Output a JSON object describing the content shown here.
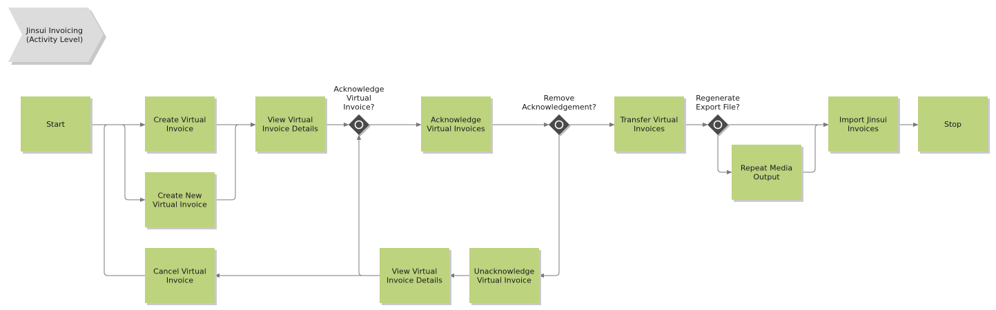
{
  "title": {
    "line1": "Jinsui Invoicing",
    "line2": "(Activity Level)"
  },
  "colors": {
    "box_fill": "#bdd37e",
    "box_shadow": "#c9c9c9",
    "gateway_fill": "#4a4a4a",
    "edge": "#7a7a7a",
    "title_fill": "#dcdcdc"
  },
  "nodes": {
    "start": {
      "lines": [
        "Start"
      ]
    },
    "create": {
      "lines": [
        "Create Virtual",
        "Invoice"
      ]
    },
    "create_new": {
      "lines": [
        "Create New",
        "Virtual Invoice"
      ]
    },
    "cancel": {
      "lines": [
        "Cancel Virtual",
        "Invoice"
      ]
    },
    "view1": {
      "lines": [
        "View Virtual",
        "Invoice Details"
      ]
    },
    "ack": {
      "lines": [
        "Acknowledge",
        "Virtual Invoices"
      ]
    },
    "view2": {
      "lines": [
        "View Virtual",
        "Invoice Details"
      ]
    },
    "unack": {
      "lines": [
        "Unacknowledge",
        "Virtual Invoice"
      ]
    },
    "transfer": {
      "lines": [
        "Transfer Virtual",
        "Invoices"
      ]
    },
    "repeat": {
      "lines": [
        "Repeat Media",
        "Output"
      ]
    },
    "import": {
      "lines": [
        "Import Jinsui",
        "Invoices"
      ]
    },
    "stop": {
      "lines": [
        "Stop"
      ]
    }
  },
  "gateways": {
    "g_ack": {
      "lines": [
        "Acknowledge",
        "Virtual",
        "Invoice?"
      ]
    },
    "g_remove": {
      "lines": [
        "Remove",
        "Acknowledgement?"
      ]
    },
    "g_regen": {
      "lines": [
        "Regenerate",
        "Export File?"
      ]
    }
  }
}
